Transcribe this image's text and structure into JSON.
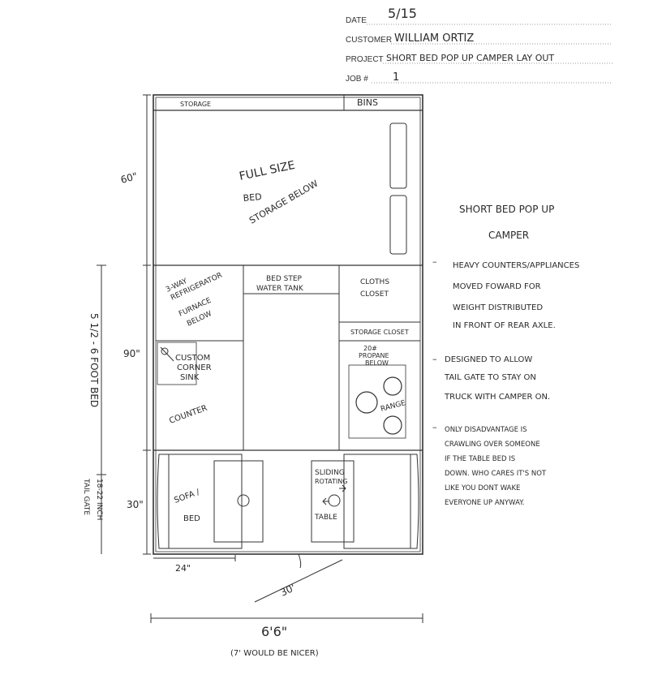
{
  "header": {
    "date_label": "DATE",
    "date_value": "5/15",
    "customer_label": "CUSTOMER",
    "customer_value": "WILLIAM ORTIZ",
    "project_label": "PROJECT",
    "project_value": "SHORT BED POP UP CAMPER LAY OUT",
    "job_label": "JOB #",
    "job_value": "1"
  },
  "plan": {
    "storage": "STORAGE",
    "bins": "BINS",
    "bed_line1": "FULL SIZE",
    "bed_line2": "BED",
    "bed_line3": "STORAGE BELOW",
    "fridge_line1": "3-WAY",
    "fridge_line2": "REFRIGERATOR",
    "fridge_line3": "FURNACE",
    "fridge_line4": "BELOW",
    "bed_step_line1": "BED STEP",
    "bed_step_line2": "WATER TANK",
    "cloths_line1": "CLOTHS",
    "cloths_line2": "CLOSET",
    "storage_closet": "STORAGE CLOSET",
    "propane_line1": "20#",
    "propane_line2": "PROPANE",
    "propane_line3": "BELOW",
    "sink_line1": "CUSTOM",
    "sink_line2": "CORNER",
    "sink_line3": "SINK",
    "counter": "COUNTER",
    "range": "RANGE",
    "sofa_line1": "SOFA /",
    "sofa_line2": "BED",
    "sliding_line1": "SLIDING",
    "sliding_line2": "ROTATING",
    "table": "TABLE"
  },
  "dimensions": {
    "d60": "60\"",
    "d90": "90\"",
    "d30": "30\"",
    "d24": "24\"",
    "d30door": "30'",
    "width": "6'6\"",
    "width_note": "(7' WOULD BE NICER)",
    "truck_bed": "5 1/2 - 6 FOOT BED",
    "tailgate_line1": "18-22 INCH",
    "tailgate_line2": "TAIL GATE"
  },
  "notes": {
    "title_line1": "SHORT BED POP UP",
    "title_line2": "CAMPER",
    "n1": [
      "HEAVY COUNTERS/APPLIANCES",
      "MOVED FOWARD FOR",
      "WEIGHT DISTRIBUTED",
      "IN FRONT OF REAR AXLE."
    ],
    "n2": [
      "DESIGNED TO ALLOW",
      "TAIL GATE TO STAY ON",
      "TRUCK WITH CAMPER ON."
    ],
    "n3": [
      "ONLY DISADVANTAGE IS",
      "CRAWLING OVER SOMEONE",
      "IF THE TABLE BED IS",
      "DOWN. WHO CARES IT'S NOT",
      "LIKE YOU DONT WAKE",
      "EVERYONE UP ANYWAY."
    ]
  }
}
